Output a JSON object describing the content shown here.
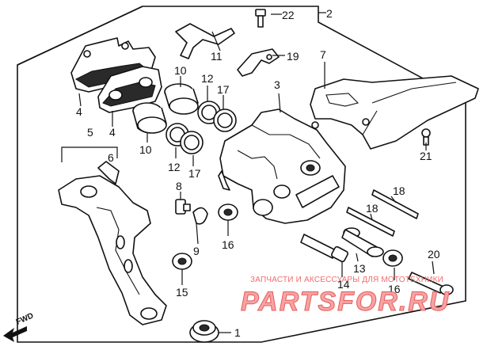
{
  "callouts": {
    "c1": "1",
    "c2": "2",
    "c3": "3",
    "c4a": "4",
    "c4b": "4",
    "c5": "5",
    "c6": "6",
    "c7": "7",
    "c8": "8",
    "c9": "9",
    "c10a": "10",
    "c10b": "10",
    "c11": "11",
    "c12a": "12",
    "c12b": "12",
    "c13": "13",
    "c14": "14",
    "c15": "15",
    "c16a": "16",
    "c16b": "16",
    "c17a": "17",
    "c17b": "17",
    "c18a": "18",
    "c18b": "18",
    "c19": "19",
    "c20": "20",
    "c21": "21",
    "c22": "22"
  },
  "direction_label": "FWD",
  "watermark": {
    "tagline": "ЗАПЧАСТИ И АКСЕССУАРЫ ДЛЯ МОТОТЕХНИКИ",
    "brand": "PARTSFOR.RU"
  },
  "colors": {
    "line": "#111111",
    "watermark": "#f26b6b"
  }
}
